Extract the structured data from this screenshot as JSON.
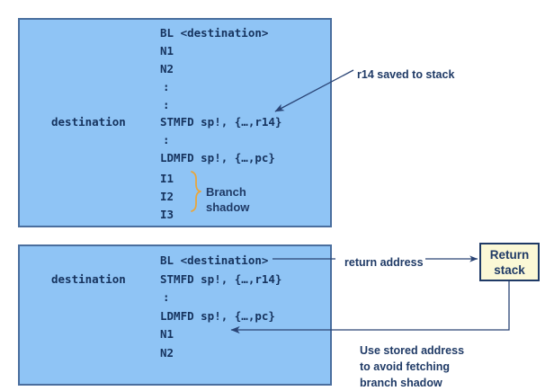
{
  "colors": {
    "code_block_fill": "#8FC4F5",
    "code_block_border": "#4A6E9E",
    "text_navy": "#16335E",
    "annotation_navy": "#1F3A66",
    "brace_orange": "#E9A63C",
    "return_stack_fill": "#FBF8D6",
    "return_stack_border": "#1F3A66",
    "page_background": "#FFFFFF"
  },
  "top_block": {
    "label": "destination",
    "lines": [
      "BL <destination>",
      "N1",
      "N2",
      ":",
      ":",
      "STMFD sp!, {…,r14}",
      ":",
      "LDMFD sp!, {…,pc}",
      "I1",
      "I2",
      "I3"
    ],
    "brace_label_line1": "Branch",
    "brace_label_line2": "shadow"
  },
  "bottom_block": {
    "label": "destination",
    "lines": [
      "BL <destination>",
      "STMFD sp!, {…,r14}",
      ":",
      "LDMFD sp!, {…,pc}",
      "N1",
      "N2"
    ]
  },
  "annotations": {
    "r14_saved": "r14 saved to stack",
    "return_address": "return address",
    "use_stored_line1": "Use stored address",
    "use_stored_line2": "to avoid fetching",
    "use_stored_line3": "branch shadow"
  },
  "return_stack": {
    "line1": "Return",
    "line2": "stack"
  }
}
